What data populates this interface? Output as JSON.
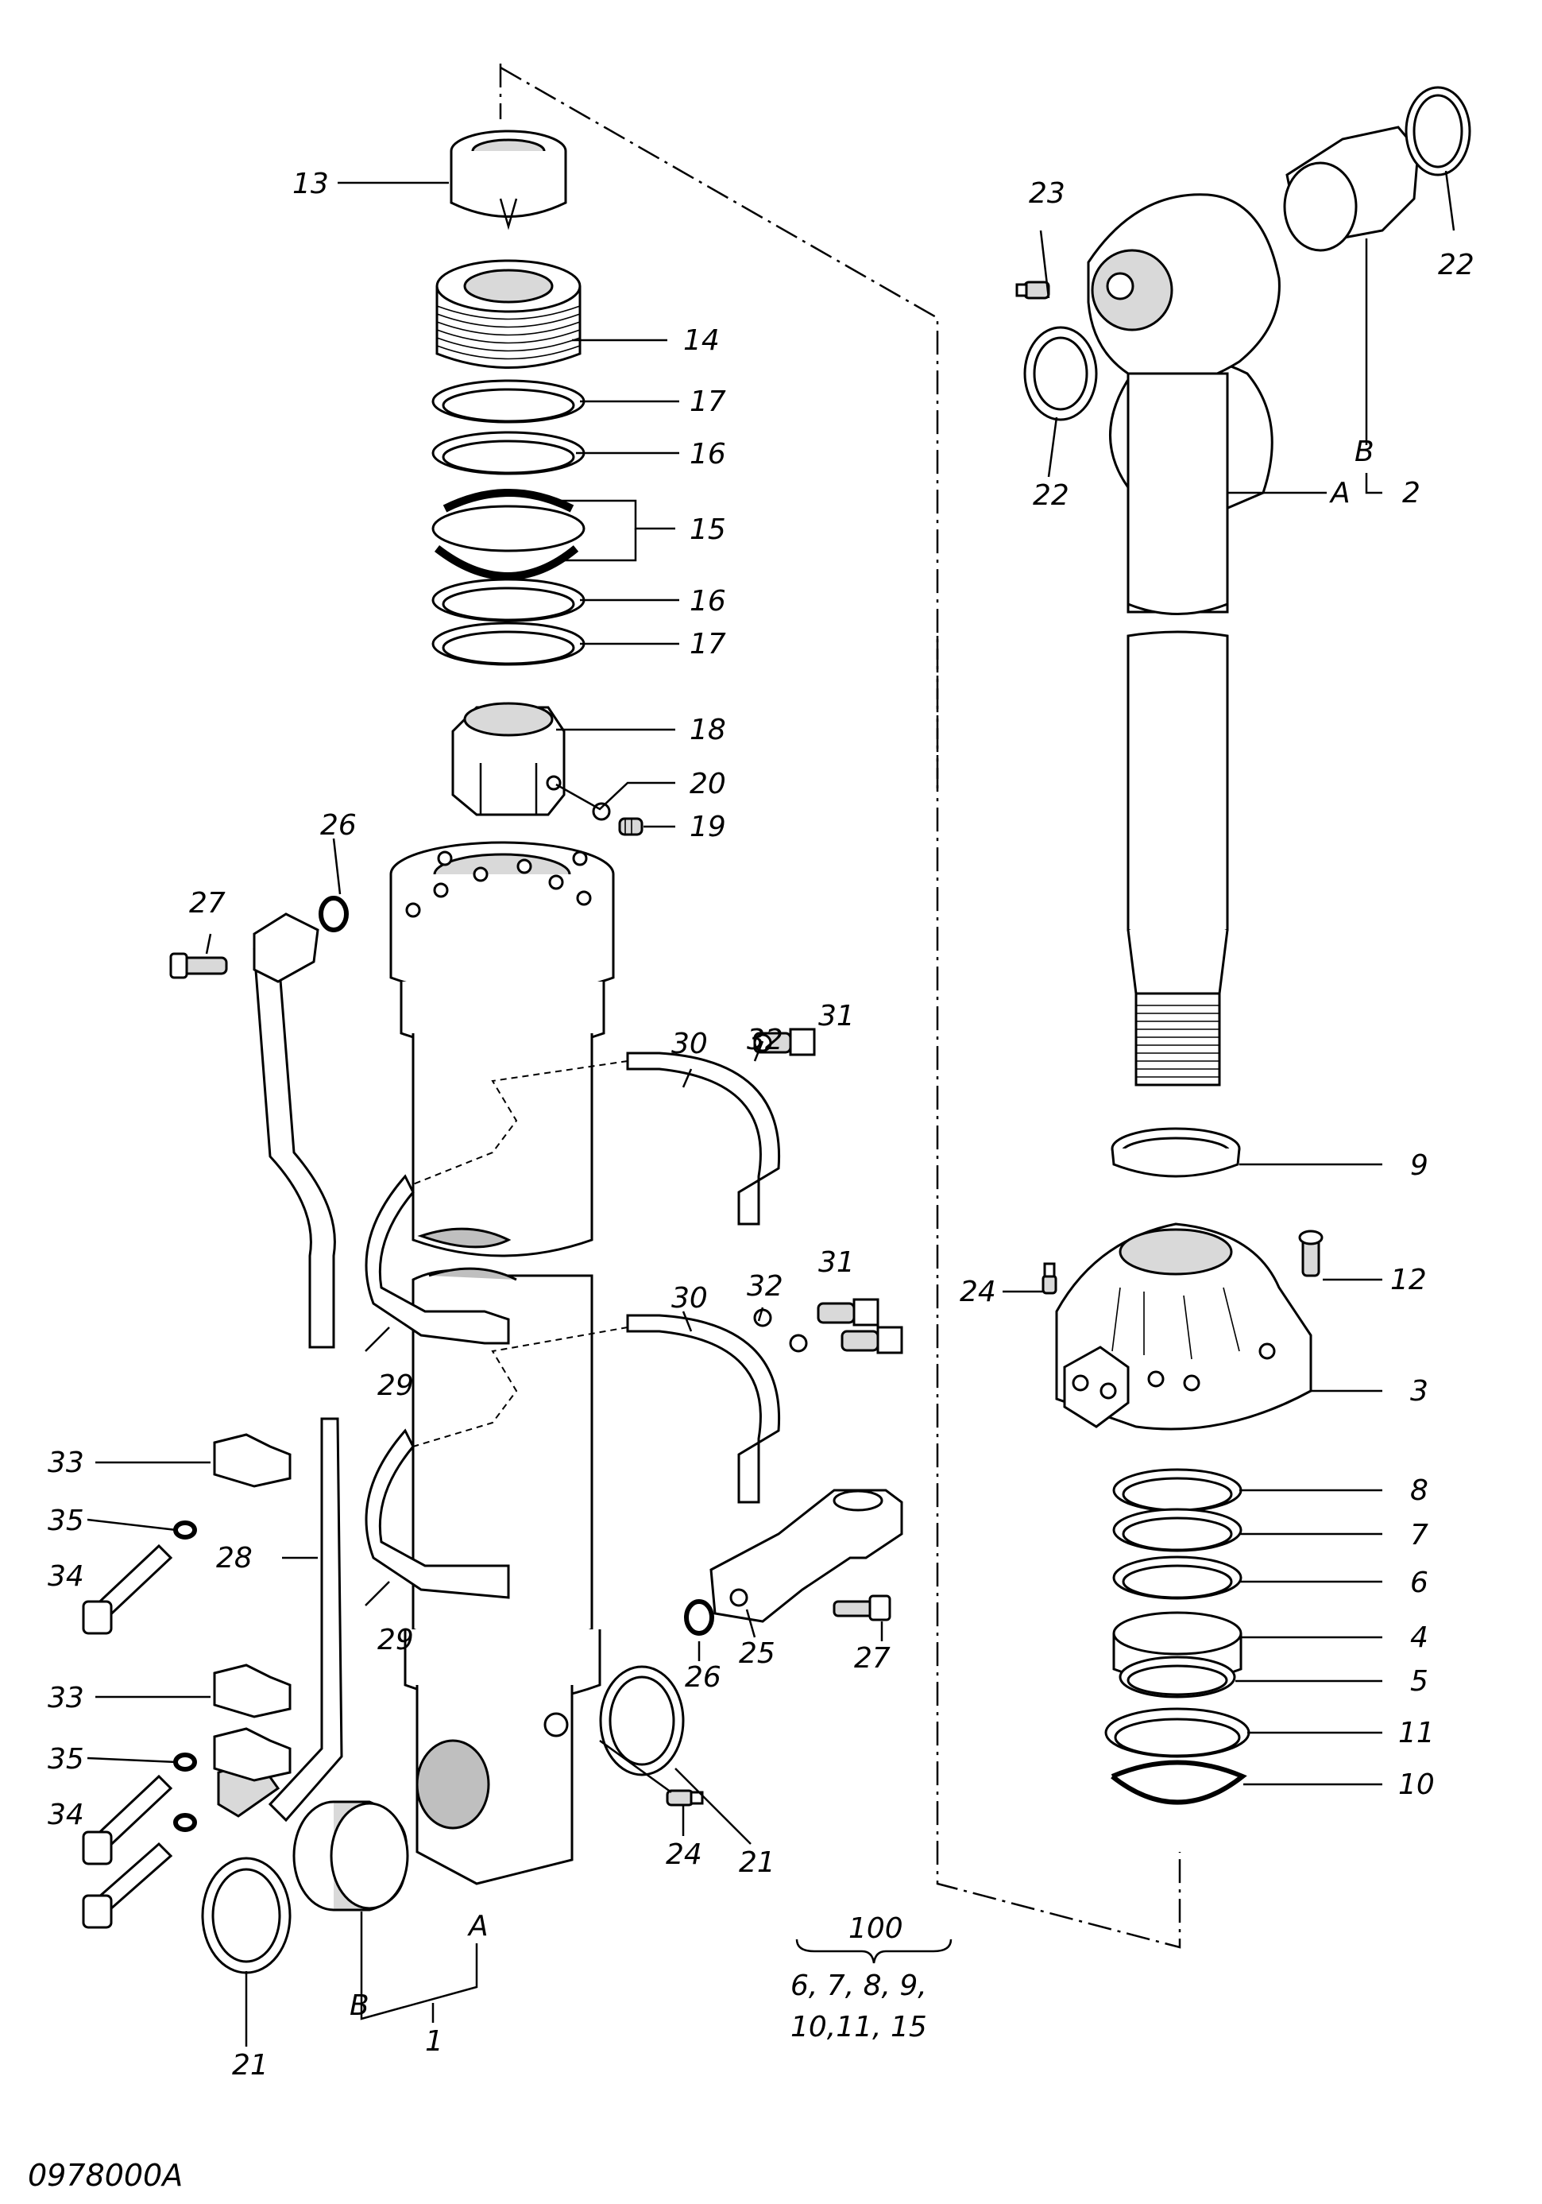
{
  "drawing": {
    "code": "0978000A",
    "kit": {
      "number": "100",
      "contents_line1": "6, 7, 8, 9,",
      "contents_line2": "10,11, 15"
    }
  },
  "callouts": {
    "c1": "1",
    "c2": "2",
    "c3": "3",
    "c4": "4",
    "c5": "5",
    "c6": "6",
    "c7": "7",
    "c8": "8",
    "c9": "9",
    "c10": "10",
    "c11": "11",
    "c12": "12",
    "c13": "13",
    "c14": "14",
    "c15": "15",
    "c16a": "16",
    "c16b": "16",
    "c17a": "17",
    "c17b": "17",
    "c18": "18",
    "c19": "19",
    "c20": "20",
    "c21a": "21",
    "c21b": "21",
    "c22a": "22",
    "c22b": "22",
    "c23": "23",
    "c24a": "24",
    "c24b": "24",
    "c25": "25",
    "c26a": "26",
    "c26b": "26",
    "c27a": "27",
    "c27b": "27",
    "c28": "28",
    "c29a": "29",
    "c29b": "29",
    "c30a": "30",
    "c30b": "30",
    "c31a": "31",
    "c31b": "31",
    "c32a": "32",
    "c32b": "32",
    "c33a": "33",
    "c33b": "33",
    "c34a": "34",
    "c34b": "34",
    "c35a": "35",
    "c35b": "35"
  },
  "sub_labels": {
    "a_tube": "A",
    "b_tube": "B",
    "a_rod": "A",
    "b_rod": "B"
  }
}
